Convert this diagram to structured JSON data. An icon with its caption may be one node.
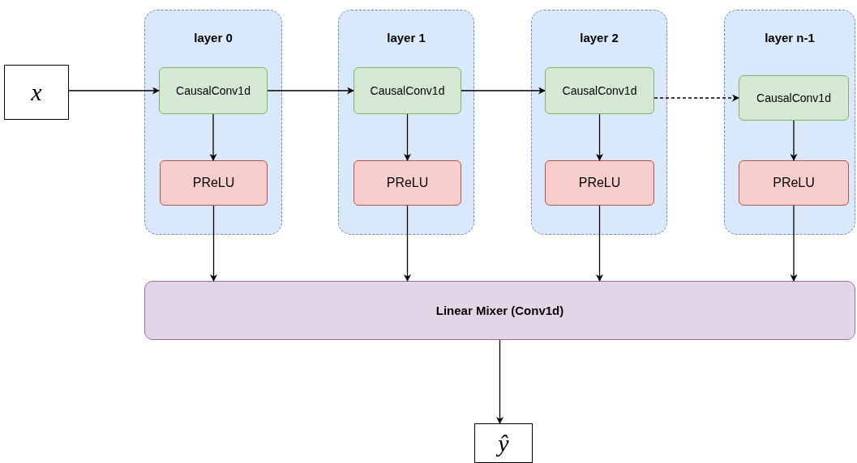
{
  "diagram": {
    "nodes": [
      {
        "text": [
          "x"
        ]
      },
      {
        "text": [
          "layer 0"
        ]
      },
      {
        "text": [
          "CausalConv1d"
        ],
        "in": 1
      },
      {
        "text": [
          "PReLU"
        ],
        "in": 1
      },
      {
        "text": [
          "layer 1"
        ]
      },
      {
        "text": [
          "CausalConv1d"
        ],
        "in": 4
      },
      {
        "text": [
          "PReLU"
        ],
        "in": 4
      },
      {
        "text": [
          "layer 2"
        ]
      },
      {
        "text": [
          "CausalConv1d"
        ],
        "in": 7
      },
      {
        "text": [
          "PReLU"
        ],
        "in": 7
      },
      {
        "text": [
          "layer n-1"
        ]
      },
      {
        "text": [
          "CausalConv1d"
        ],
        "in": 10
      },
      {
        "text": [
          "PReLU"
        ],
        "in": 10
      },
      {
        "text": [
          "Linear Mixer (Conv1d)"
        ]
      },
      {
        "text": [
          "ŷ"
        ]
      }
    ],
    "edges": [
      {
        "from": 0,
        "to": 2,
        "arrow": "to"
      },
      {
        "from": 2,
        "to": 5,
        "arrow": "to"
      },
      {
        "from": 5,
        "to": 8,
        "arrow": "to"
      },
      {
        "from": 8,
        "to": 11,
        "arrow": "to",
        "style": "dashed"
      },
      {
        "from": 2,
        "to": 3,
        "arrow": "to"
      },
      {
        "from": 5,
        "to": 6,
        "arrow": "to"
      },
      {
        "from": 8,
        "to": 9,
        "arrow": "to"
      },
      {
        "from": 11,
        "to": 12,
        "arrow": "to"
      },
      {
        "from": 3,
        "to": 13,
        "arrow": "to"
      },
      {
        "from": 6,
        "to": 13,
        "arrow": "to"
      },
      {
        "from": 9,
        "to": 13,
        "arrow": "to"
      },
      {
        "from": 12,
        "to": 13,
        "arrow": "to"
      },
      {
        "from": 13,
        "to": 14,
        "arrow": "to"
      }
    ]
  }
}
